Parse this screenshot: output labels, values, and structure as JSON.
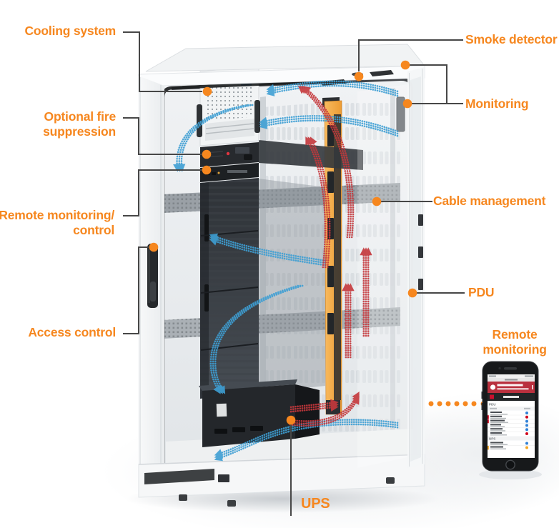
{
  "labels": {
    "cooling_system": "Cooling system",
    "optional_fire_1": "Optional fire",
    "optional_fire_2": "suppression",
    "remote_mc_1": "Remote monitoring/",
    "remote_mc_2": "control",
    "access_control": "Access control",
    "smoke_detector": "Smoke detector",
    "monitoring": "Monitoring",
    "cable_management": "Cable management",
    "pdu": "PDU",
    "remote_mon_1": "Remote",
    "remote_mon_2": "monitoring",
    "ups": "UPS"
  },
  "phone": {
    "sections": [
      "PDU",
      "UPS"
    ],
    "pdu_row_statuses": [
      "normal",
      "critical",
      "normal",
      "normal",
      "normal",
      "critical"
    ],
    "ups_row_statuses": [
      "normal",
      "warning"
    ]
  },
  "colors": {
    "accent_orange": "#F6871F",
    "airflow_cold_blue": "#3E9FD4",
    "airflow_hot_red": "#C5383C",
    "pdu_yellow": "#F0A33B",
    "leader_gray": "#474747",
    "alert_red": "#B9303E"
  }
}
